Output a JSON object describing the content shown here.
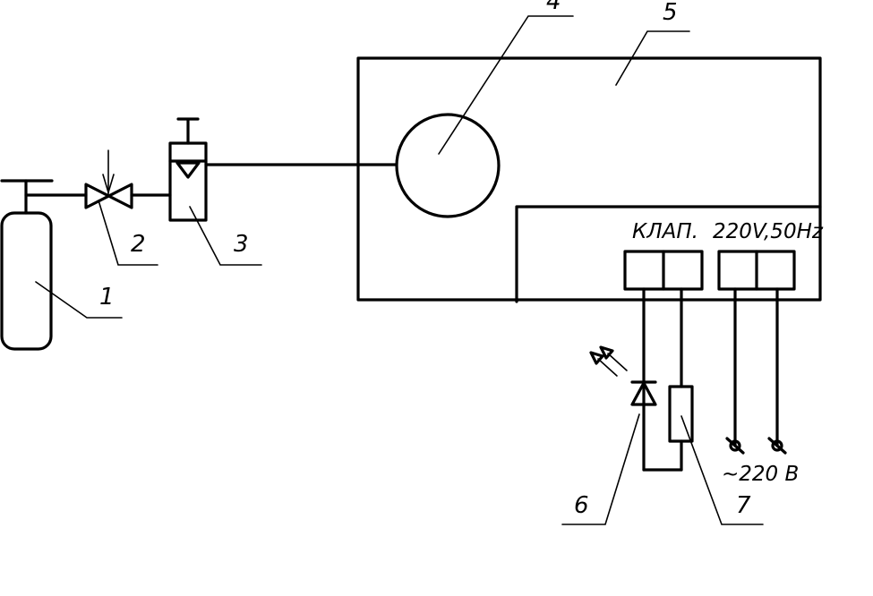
{
  "callouts": {
    "c1": "1",
    "c2": "2",
    "c3": "3",
    "c4": "4",
    "c5": "5",
    "c6": "6",
    "c7": "7"
  },
  "terminals": {
    "valve": "КЛАП.",
    "power": "220V,50Hz"
  },
  "supply": "~220 В"
}
